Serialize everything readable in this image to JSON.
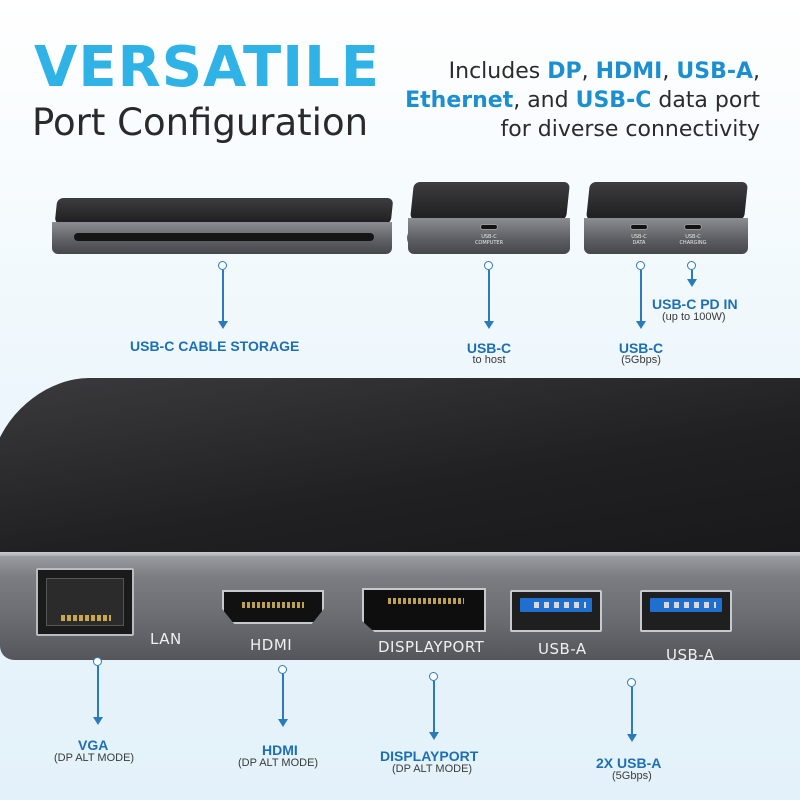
{
  "header": {
    "title_big": "VERSATILE",
    "title_sub": "Port Configuration",
    "desc_line1_pre": "Includes ",
    "desc_dp": "DP",
    "desc_comma1": ", ",
    "desc_hdmi": "HDMI",
    "desc_comma2": ", ",
    "desc_usba": "USB-A",
    "desc_comma3": ",",
    "desc_ethernet": "Ethernet",
    "desc_and": ", and ",
    "desc_usbc": "USB-C",
    "desc_dataport": " data port",
    "desc_line3": "for diverse connectivity"
  },
  "top_callouts": {
    "storage": {
      "title": "USB-C CABLE STORAGE"
    },
    "host": {
      "title": "USB-C",
      "sub": "to host"
    },
    "data": {
      "title": "USB-C",
      "sub": "(5Gbps)"
    },
    "pd": {
      "title": "USB-C PD IN",
      "sub": "(up to 100W)"
    }
  },
  "thumb_labels": {
    "computer": [
      "USB-C",
      "COMPUTER"
    ],
    "data": [
      "USB-C",
      "DATA"
    ],
    "charging": [
      "USB-C",
      "CHARGING"
    ]
  },
  "port_labels": {
    "lan": "LAN",
    "hdmi": "HDMI",
    "displayport": "DISPLAYPORT",
    "usba1": "USB-A",
    "usba2": "USB-A"
  },
  "bottom_callouts": {
    "vga": {
      "title": "VGA",
      "sub": "(DP ALT MODE)"
    },
    "hdmi": {
      "title": "HDMI",
      "sub": "(DP ALT MODE)"
    },
    "displayport": {
      "title": "DISPLAYPORT",
      "sub": "(DP ALT MODE)"
    },
    "usba": {
      "title": "2X USB-A",
      "sub": "(5Gbps)"
    }
  },
  "colors": {
    "accent": "#2fb3e6",
    "callout": "#1d6fb5",
    "usb3_blue": "#1e6fd0"
  }
}
